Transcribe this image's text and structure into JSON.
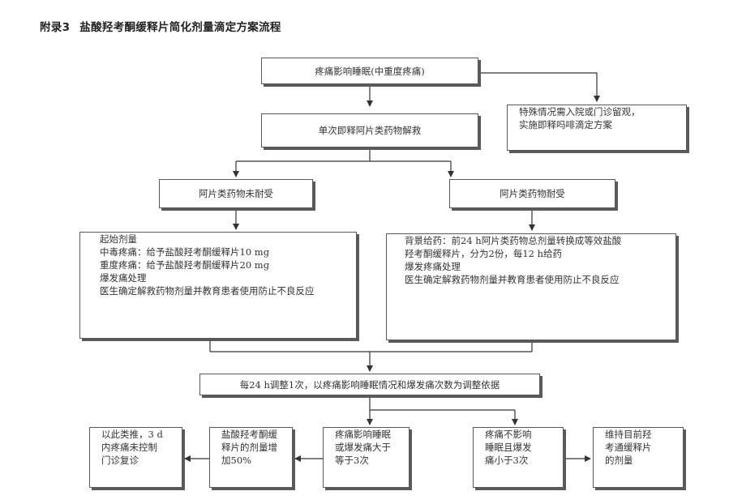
{
  "title": {
    "number": "附录3",
    "text": "盐酸羟考酮缓释片简化剂量滴定方案流程"
  },
  "nodes": {
    "top": "疼痛影响睡眠(中重度疼痛)",
    "special": [
      "特殊情况需入院或门诊留观，",
      "实施即释吗啡滴定方案"
    ],
    "rescue": "单次即释阿片类药物解救",
    "naive": "阿片类药物未耐受",
    "tolerant": "阿片类药物耐受",
    "start_dose": [
      "起始剂量",
      "中毒疼痛：给予盐酸羟考酮缓释片10 mg",
      "重度疼痛：给予盐酸羟考酮缓释片20 mg",
      "爆发痛处理",
      "医生确定解救药物剂量并教育患者使用防止不良反应"
    ],
    "background": [
      "背景给药：前24 h阿片类药物总剂量转换成等效盐酸",
      "羟考酮缓释片，分为2份，每12 h给药",
      "爆发疼痛处理",
      "医生确定解救药物剂量并教育患者使用防止不良反应"
    ],
    "adjust": "每24 h调整1次，以疼痛影响睡眠情况和爆发痛次数为调整依据",
    "follow": [
      "以此类推，3 d",
      "内疼痛未控制",
      "门诊复诊"
    ],
    "increase": [
      "盐酸羟考酮缓",
      "释片的剂量增",
      "加50%"
    ],
    "affect": [
      "疼痛影响睡眠",
      "或爆发痛大于",
      "等于3次"
    ],
    "not_affect": [
      "疼痛不影响",
      "睡眠且爆发",
      "痛小于3次"
    ],
    "maintain": [
      "维持目前羟",
      "考通缓释片",
      "的剂量"
    ]
  }
}
